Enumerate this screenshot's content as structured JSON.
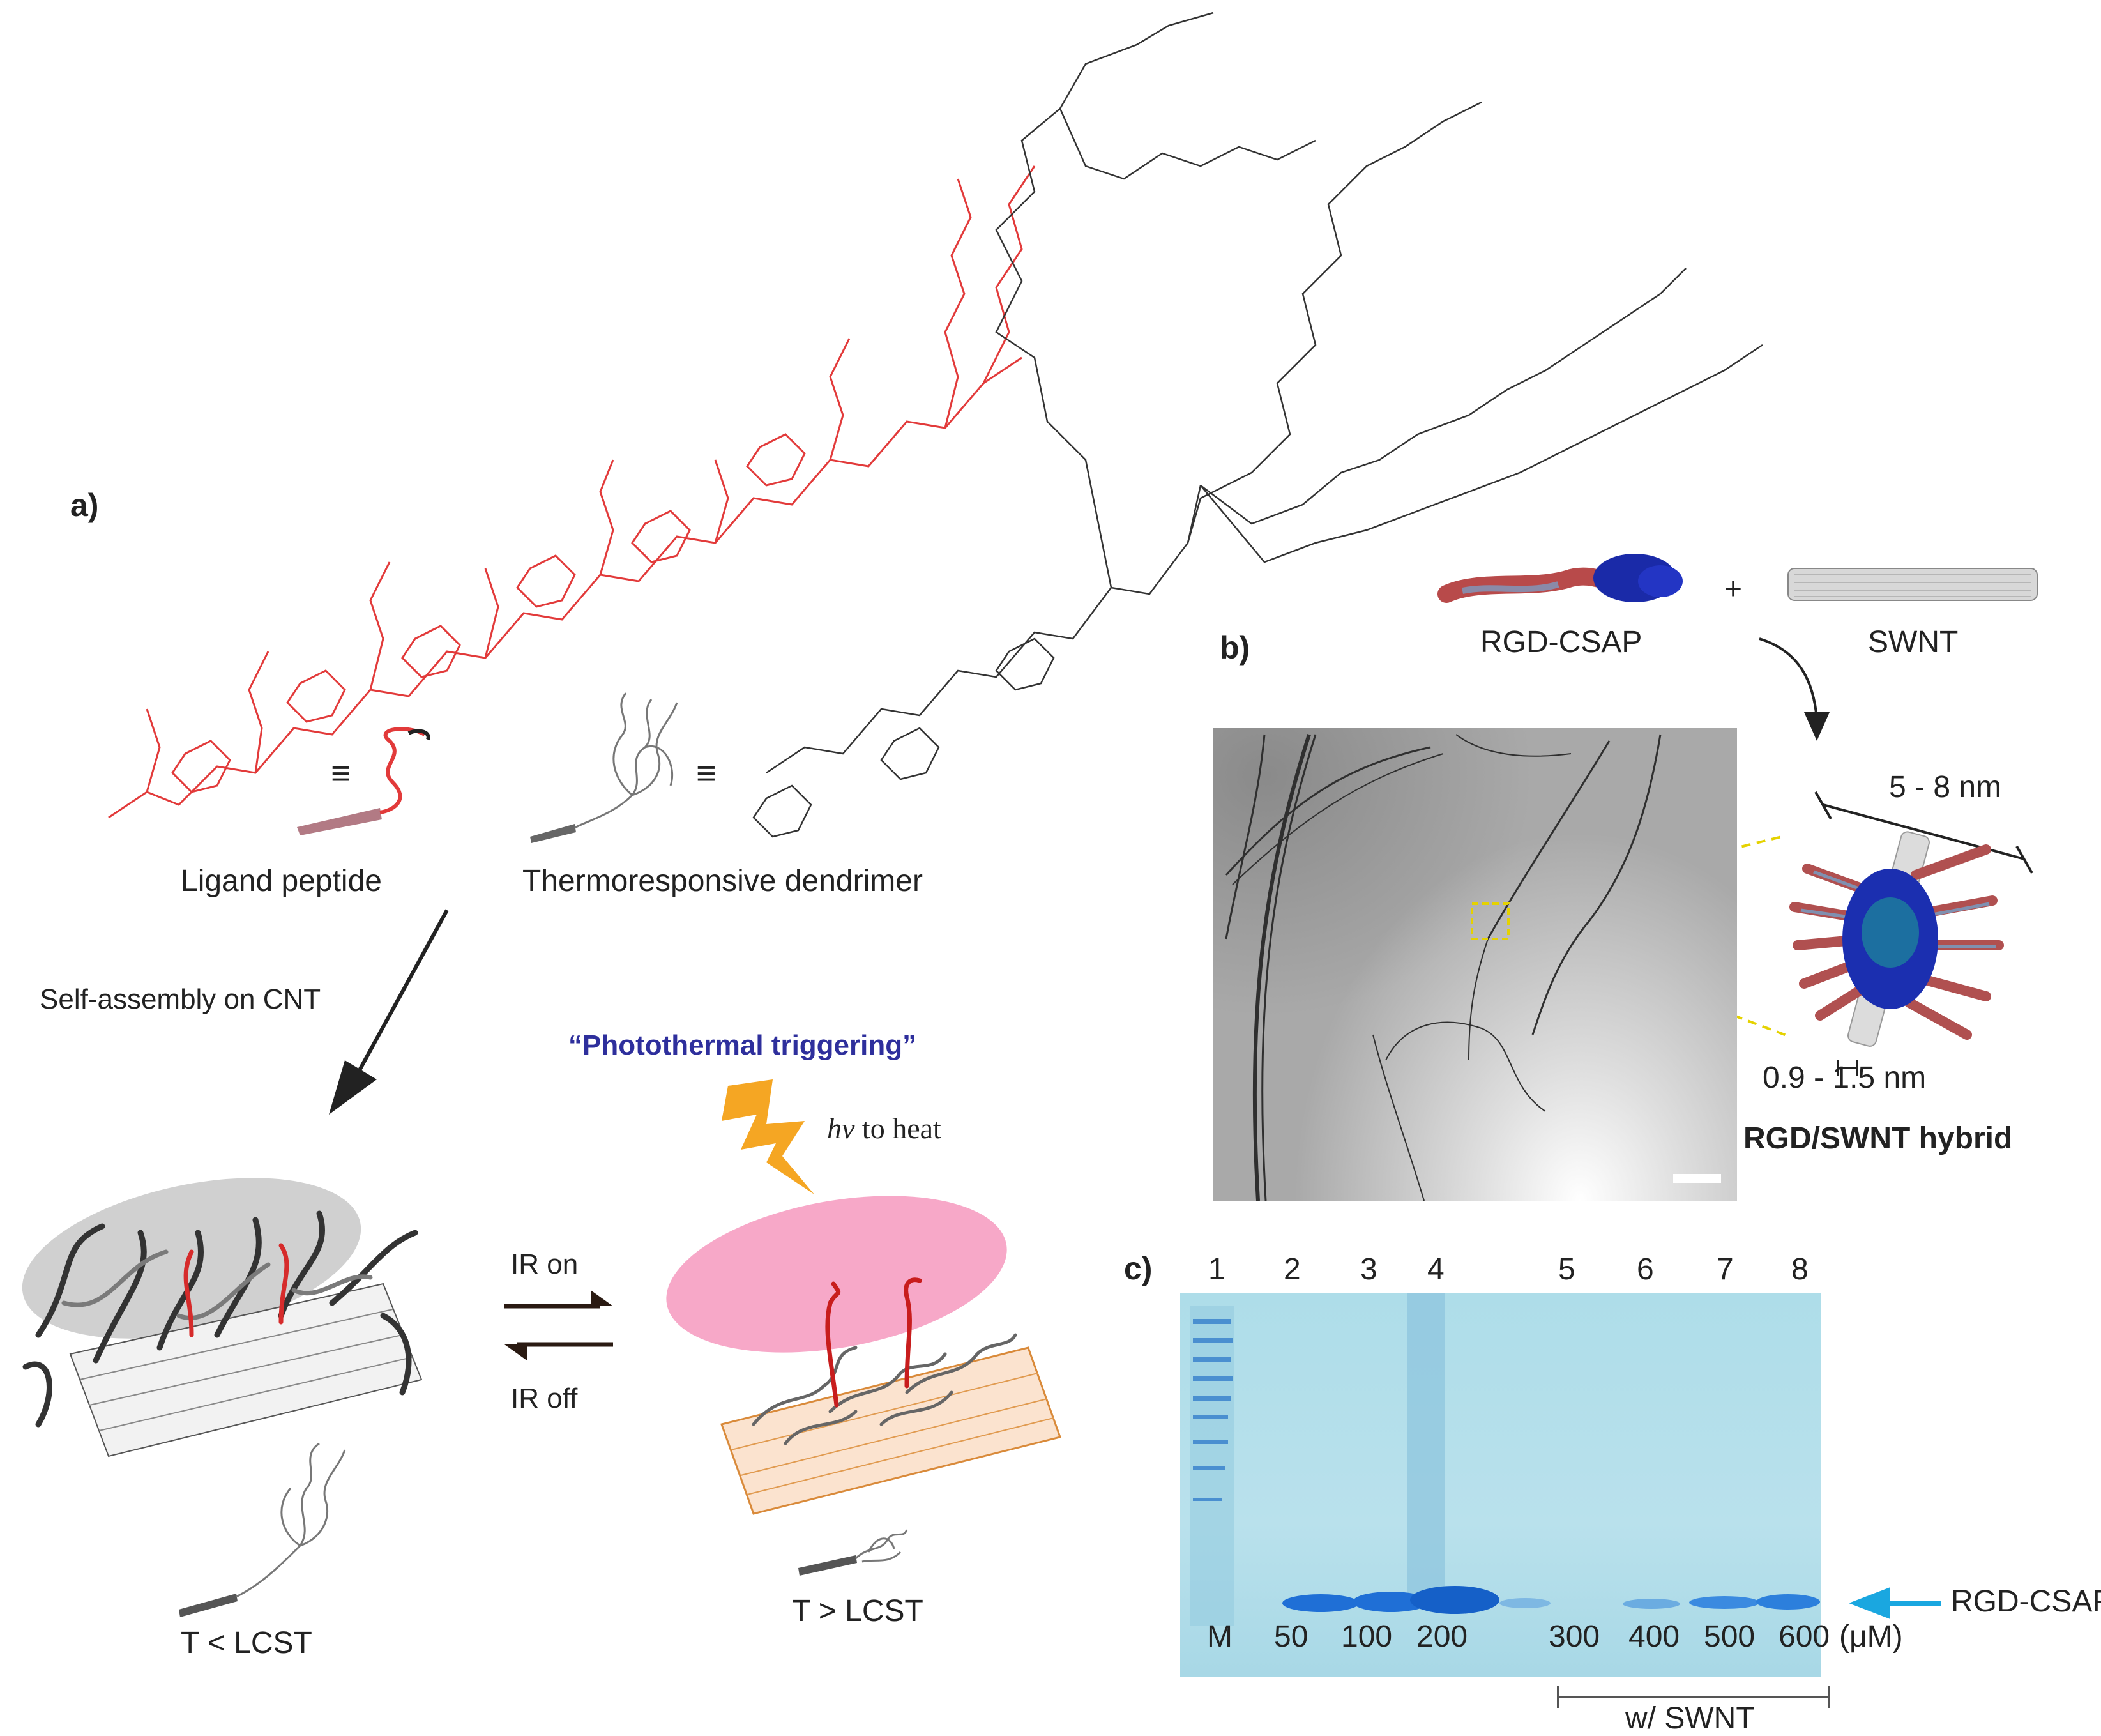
{
  "panels": {
    "a": "a)",
    "b": "b)",
    "c": "c)"
  },
  "panel_a": {
    "ligand_label": "Ligand peptide",
    "dendrimer_label": "Thermoresponsive dendrimer",
    "equiv_symbol": "≡",
    "self_assembly_label": "Self-assembly on CNT",
    "triggering_label": "“Photothermal triggering”",
    "hv_label": "hv",
    "hv_suffix": "to heat",
    "ir_on": "IR on",
    "ir_off": "IR off",
    "below_lcst": "T < LCST",
    "above_lcst": "T > LCST"
  },
  "panel_b": {
    "peptide_label": "RGD-CSAP",
    "plus": "+",
    "swnt_label": "SWNT",
    "length_label": "5 - 8 nm",
    "diameter_label": "0.9 - 1.5 nm",
    "hybrid_label": "RGD/SWNT hybrid"
  },
  "panel_c": {
    "lanes": [
      "1",
      "2",
      "3",
      "4",
      "5",
      "6",
      "7",
      "8"
    ],
    "concentrations": [
      "M",
      "50",
      "100",
      "200",
      "300",
      "400",
      "500",
      "600"
    ],
    "unit": "(μM)",
    "band_label": "RGD-CSAP",
    "bracket_label": "w/ SWNT"
  },
  "colors": {
    "peptide_red": "#e23a3a",
    "triggering_blue": "#2e2f9c",
    "gel_blue": "#b3dfea",
    "band_blue": "#1f6fd6",
    "arrow_cyan": "#1aa7e0",
    "bolt_orange": "#f5a623",
    "pink_ellipse": "#f7a8c8",
    "grey_ellipse": "#d0d0d0",
    "annotation_yellow": "#e5d200"
  }
}
